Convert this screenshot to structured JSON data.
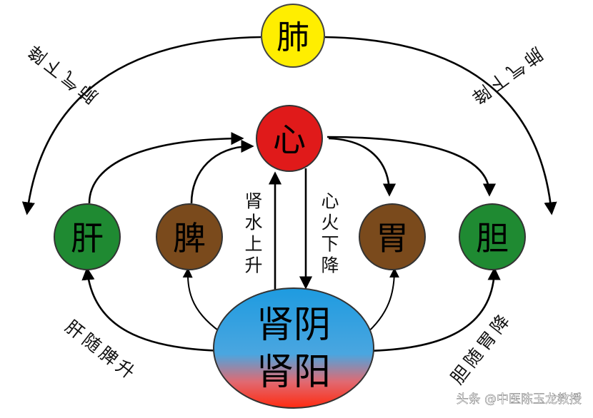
{
  "nodes": {
    "lung": "肺",
    "heart": "心",
    "liver": "肝",
    "spleen": "脾",
    "stomach": "胃",
    "gallbladder": "胆",
    "kidney_yin": "肾阴",
    "kidney_yang": "肾阳"
  },
  "labels": {
    "lung_left": [
      "肺",
      "气",
      "下",
      "降"
    ],
    "lung_right": [
      "肺",
      "气",
      "下",
      "降"
    ],
    "kidney_up": [
      "肾",
      "水",
      "上",
      "升"
    ],
    "heart_down": [
      "心",
      "火",
      "下",
      "降"
    ],
    "liver_rise": [
      "肝",
      "随",
      "脾",
      "升"
    ],
    "gall_descend": [
      "胆",
      "随",
      "胃",
      "降"
    ]
  },
  "watermark": "头条 @中医陈玉龙教授",
  "colors": {
    "lung": "#ffee00",
    "heart": "#e01a1a",
    "liver": "#1f8a32",
    "spleen": "#7a4a1c",
    "stomach": "#7a4a1c",
    "gallbladder": "#1f8a32",
    "kidney_top": "#1e9be0",
    "kidney_bottom": "#ff2a10"
  }
}
